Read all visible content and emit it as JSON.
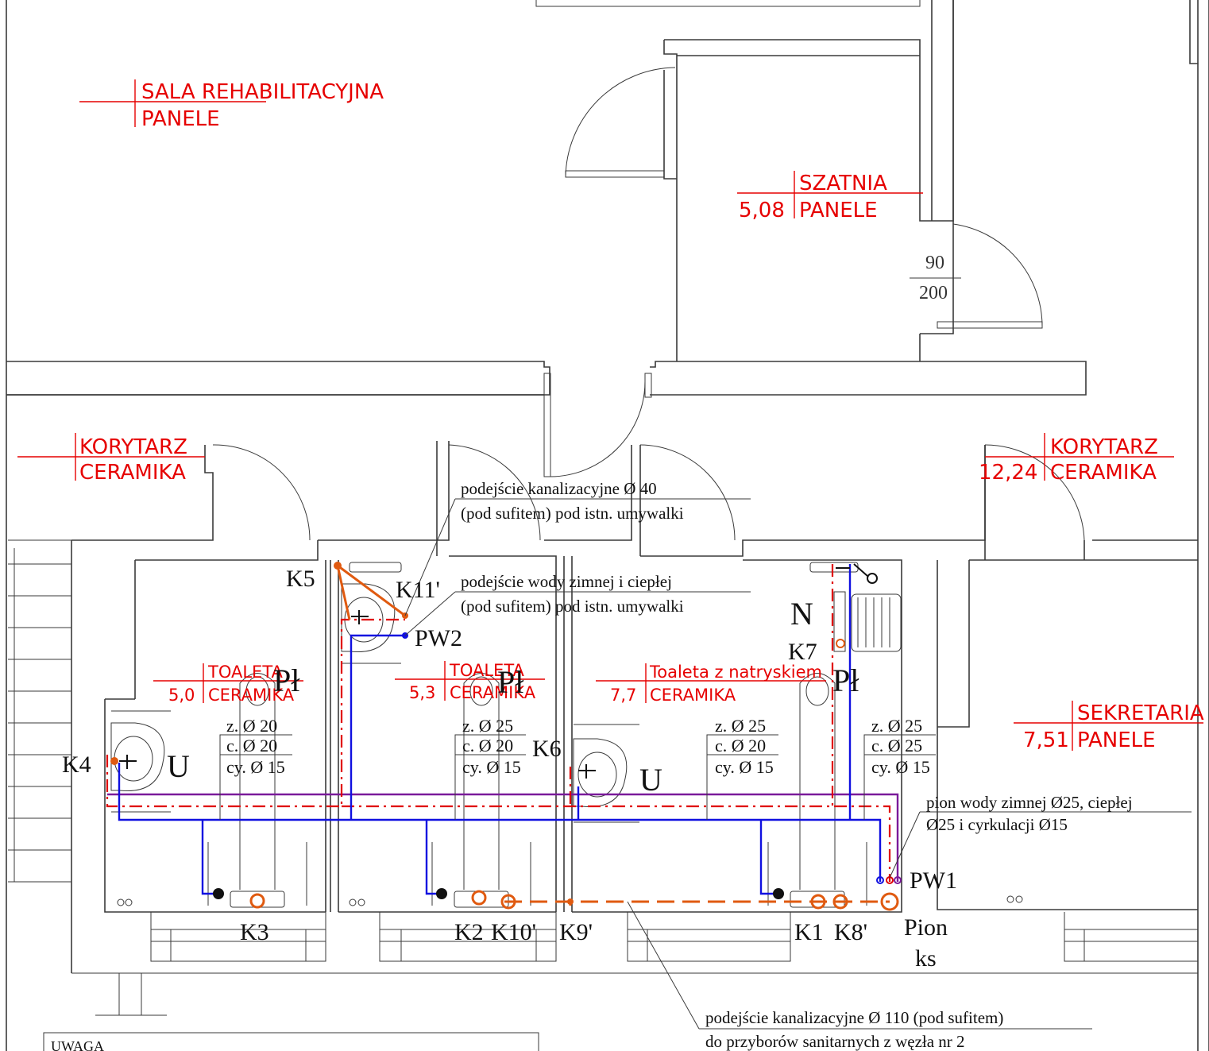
{
  "rooms": {
    "sala": {
      "name": "SALA  REHABILITACYJNA",
      "finish": "PANELE"
    },
    "szatnia": {
      "name": "SZATNIA",
      "area": "5,08",
      "finish": "PANELE"
    },
    "korytarz_left": {
      "name": "KORYTARZ",
      "finish": "CERAMIKA"
    },
    "korytarz_right": {
      "name": "KORYTARZ",
      "area": "12,24",
      "finish": "CERAMIKA"
    },
    "toaleta1": {
      "name": "TOALETA",
      "area": "5,0",
      "finish": "CERAMIKA"
    },
    "toaleta2": {
      "name": "TOALETA",
      "area": "5,3",
      "finish": "CERAMIKA"
    },
    "toaleta3": {
      "name": "Toaleta  z  natryskiem",
      "area": "7,7",
      "finish": "CERAMIKA"
    },
    "sekretariat": {
      "name": "SEKRETARIA",
      "area": "7,51",
      "finish": "PANELE"
    }
  },
  "door": {
    "width": "90",
    "height": "200"
  },
  "pipes": {
    "t1": {
      "z": "z. Ø 20",
      "c": "c. Ø 20",
      "cy": "cy. Ø 15"
    },
    "t2": {
      "z": "z. Ø 25",
      "c": "c. Ø 20",
      "cy": "cy. Ø 15"
    },
    "t3": {
      "z": "z. Ø 25",
      "c": "c. Ø 20",
      "cy": "cy. Ø 15"
    },
    "t4": {
      "z": "z. Ø 25",
      "c": "c. Ø 25",
      "cy": "cy. Ø 15"
    }
  },
  "notes": {
    "kan40_l1": "podejście kanalizacyjne Ø 40",
    "kan40_l2": "(pod sufitem) pod istn. umywalki",
    "woda_l1": "podejście wody zimnej i ciepłej",
    "woda_l2": "(pod sufitem) pod istn. umywalki",
    "pion_l1": "pion wody zimnej Ø25, ciepłej",
    "pion_l2": "Ø25 i cyrkulacji Ø15",
    "kan110_l1": "podejście kanalizacyjne Ø 110 (pod sufitem)",
    "kan110_l2": "do przyborów sanitarnych z węzła nr 2",
    "uwaga": "UWAGA"
  },
  "markers": {
    "k1": "K1",
    "k2": "K2",
    "k3": "K3",
    "k4": "K4",
    "k5": "K5",
    "k6": "K6",
    "k7": "K7",
    "k8": "K8'",
    "k9": "K9'",
    "k10": "K10'",
    "k11": "K11'",
    "pw1": "PW1",
    "pw2": "PW2",
    "u": "U",
    "pl": "Pł",
    "n": "N",
    "pion": "Pion",
    "ks": "ks"
  },
  "legend_colors": {
    "cold_water": "#1010e0",
    "hot_water": "#e00000",
    "circulation": "#7a1a9a",
    "sewage": "#e05a10",
    "labels": "#e60000"
  }
}
